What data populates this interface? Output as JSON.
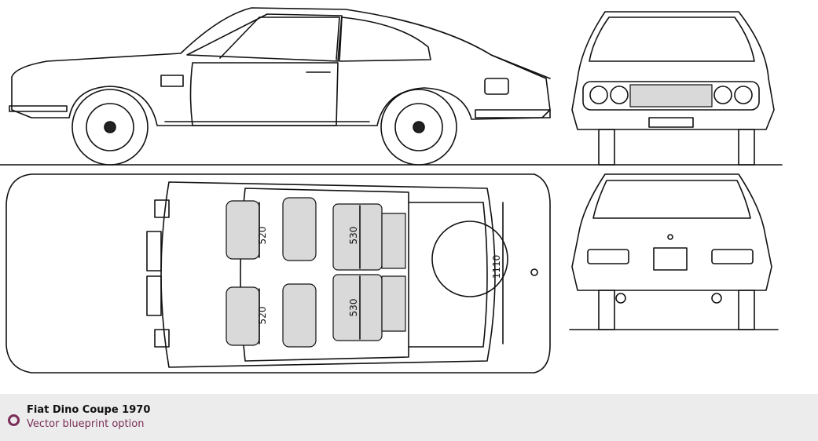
{
  "blueprint": {
    "dimensions": {
      "front_seat_top": "520",
      "rear_seat_top": "530",
      "front_seat_bottom": "520",
      "rear_seat_bottom": "530",
      "trunk": "1110"
    }
  },
  "caption": {
    "title": "Fiat Dino Coupe 1970",
    "subtitle": "Vector blueprint option",
    "accent_color": "#7a2e58"
  }
}
